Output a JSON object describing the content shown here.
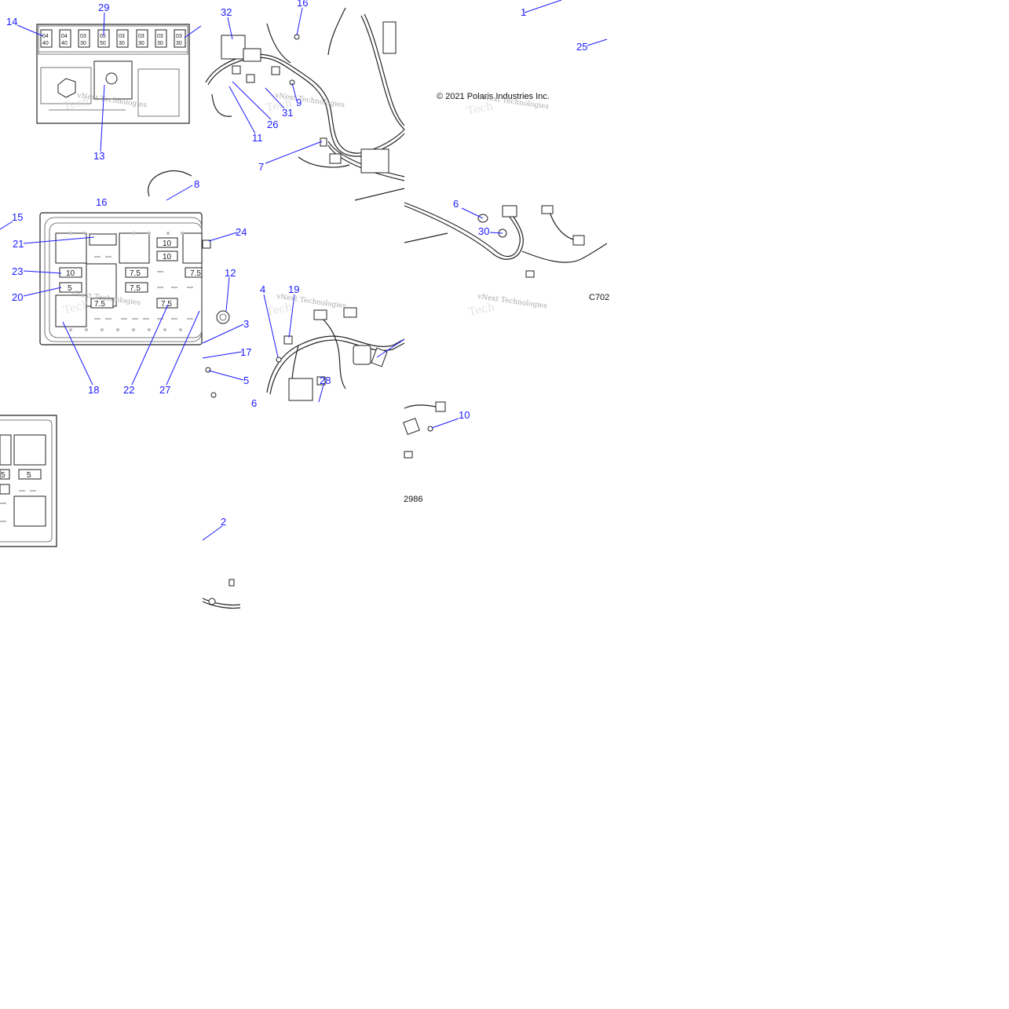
{
  "diagram": {
    "copyright": "© 2021 Polaris Industries Inc.",
    "figure_code_right": "C702",
    "figure_code_left": "2986",
    "watermark": "vNext Technologies",
    "callouts": [
      "1",
      "2",
      "3",
      "4",
      "5",
      "6",
      "6",
      "7",
      "8",
      "9",
      "10",
      "11",
      "12",
      "13",
      "14",
      "15",
      "16",
      "16",
      "17",
      "18",
      "19",
      "20",
      "21",
      "22",
      "23",
      "24",
      "25",
      "26",
      "27",
      "28",
      "29",
      "30",
      "31",
      "32"
    ],
    "top_fuse_box": {
      "fuse_labels_top": [
        "40",
        "40",
        "30",
        "50",
        "30",
        "30",
        "30",
        "30"
      ],
      "fuse_labels_mirror": [
        "04",
        "04",
        "03",
        "05",
        "03",
        "03",
        "03",
        "03"
      ]
    },
    "mid_fuse_box": {
      "fuse_values": [
        "10",
        "5",
        "7.5",
        "7.5",
        "10",
        "10",
        "7.5",
        "7.5",
        "7.5"
      ]
    },
    "bottom_fuse_box": {
      "fuse_values": [
        "5",
        "5"
      ]
    }
  }
}
